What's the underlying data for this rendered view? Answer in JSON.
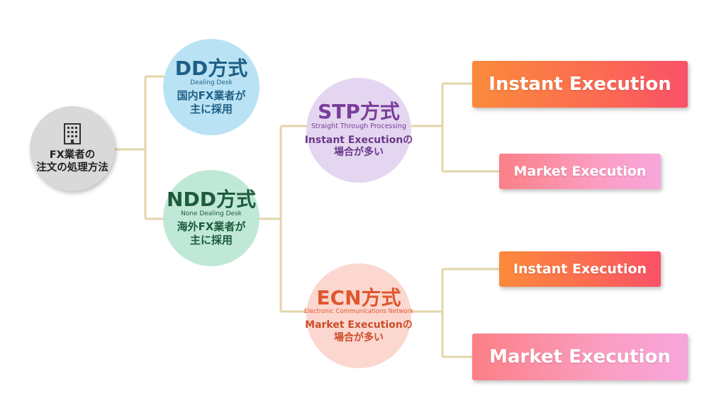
{
  "root": {
    "line1": "FX業者の",
    "line2": "注文の処理方法",
    "icon": "building-icon"
  },
  "dd": {
    "title": "DD方式",
    "subtitle": "Dealing Desk",
    "desc1": "国内FX業者が",
    "desc2": "主に採用"
  },
  "ndd": {
    "title": "NDD方式",
    "subtitle": "None Dealing Desk",
    "desc1": "海外FX業者が",
    "desc2": "主に採用"
  },
  "stp": {
    "title": "STP方式",
    "subtitle": "Straight Through Processing",
    "desc1": "Instant Executionの",
    "desc2": "場合が多い"
  },
  "ecn": {
    "title": "ECN方式",
    "subtitle": "Electronic Communications Network",
    "desc1": "Market Executionの",
    "desc2": "場合が多い"
  },
  "stp_boxes": [
    {
      "label": "Instant Execution"
    },
    {
      "label": "Market Execution"
    }
  ],
  "ecn_boxes": [
    {
      "label": "Instant Execution"
    },
    {
      "label": "Market Execution"
    }
  ],
  "colors": {
    "connector": "#e3d5a8",
    "dd": "#b9e3f4",
    "ndd": "#bfe9d6",
    "stp": "#e4d6f0",
    "ecn": "#fbd7cf",
    "root": "#d9d9d9"
  }
}
